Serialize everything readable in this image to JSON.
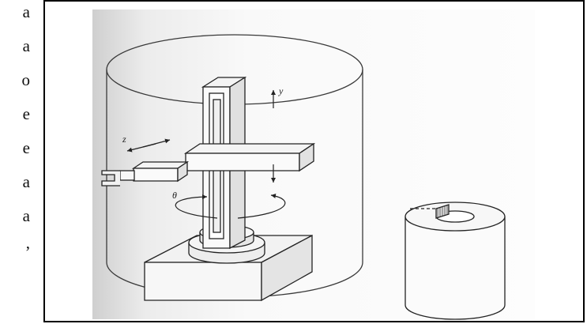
{
  "left_column_text": [
    "a",
    "a",
    "o",
    "e",
    "e",
    "a",
    "a",
    ","
  ],
  "figure": {
    "axis_labels": {
      "y": "y",
      "z": "z",
      "theta": "θ"
    }
  }
}
